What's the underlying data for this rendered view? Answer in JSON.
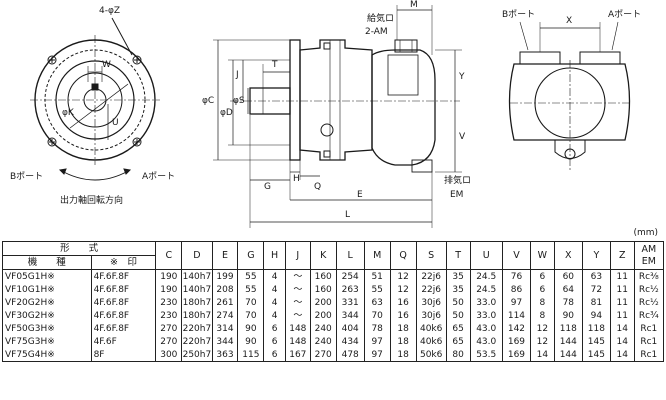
{
  "drawing": {
    "left_view": {
      "hole_label": "4-φZ",
      "w_label": "W",
      "u_label": "U",
      "k_label": "φK",
      "b_port": "Bポート",
      "a_port": "Aポート",
      "caption": "出力軸回転方向"
    },
    "center_view": {
      "m_label": "M",
      "supply_port": "給気ロ",
      "supply_size": "2-AM",
      "t_label": "T",
      "j_label": "J",
      "c_label": "φC",
      "d_label": "φD",
      "s_label": "φS",
      "y_label": "Y",
      "v_label": "V",
      "g_label": "G",
      "h_label": "H",
      "q_label": "Q",
      "e_label": "E",
      "l_label": "L",
      "exhaust_port": "排気ロ",
      "exhaust_size": "EM"
    },
    "right_view": {
      "b_port": "Bポート",
      "x_label": "X",
      "a_port": "Aポート"
    },
    "units": "(mm)"
  },
  "table": {
    "header_group": "形　　式",
    "header_model": "機　　種",
    "header_mark": "※　印",
    "columns": [
      "C",
      "D",
      "E",
      "G",
      "H",
      "J",
      "K",
      "L",
      "M",
      "Q",
      "S",
      "T",
      "U",
      "V",
      "W",
      "X",
      "Y",
      "Z"
    ],
    "am_top": "AM",
    "am_bottom": "EM",
    "rows": [
      {
        "model": "VF05G1H※",
        "mark": "4F.6F.8F",
        "values": [
          "190",
          "140h7",
          "199",
          "55",
          "4",
          "〜",
          "160",
          "254",
          "51",
          "12",
          "22j6",
          "35",
          "24.5",
          "76",
          "6",
          "60",
          "63",
          "11"
        ],
        "am": "Rc⅜"
      },
      {
        "model": "VF10G1H※",
        "mark": "4F.6F.8F",
        "values": [
          "190",
          "140h7",
          "208",
          "55",
          "4",
          "〜",
          "160",
          "263",
          "55",
          "12",
          "22j6",
          "35",
          "24.5",
          "86",
          "6",
          "64",
          "72",
          "11"
        ],
        "am": "Rc½"
      },
      {
        "model": "VF20G2H※",
        "mark": "4F.6F.8F",
        "values": [
          "230",
          "180h7",
          "261",
          "70",
          "4",
          "〜",
          "200",
          "331",
          "63",
          "16",
          "30j6",
          "50",
          "33.0",
          "97",
          "8",
          "78",
          "81",
          "11"
        ],
        "am": "Rc½"
      },
      {
        "model": "VF30G2H※",
        "mark": "4F.6F.8F",
        "values": [
          "230",
          "180h7",
          "274",
          "70",
          "4",
          "〜",
          "200",
          "344",
          "70",
          "16",
          "30j6",
          "50",
          "33.0",
          "114",
          "8",
          "90",
          "94",
          "11"
        ],
        "am": "Rc¾"
      },
      {
        "model": "VF50G3H※",
        "mark": "4F.6F.8F",
        "values": [
          "270",
          "220h7",
          "314",
          "90",
          "6",
          "148",
          "240",
          "404",
          "78",
          "18",
          "40k6",
          "65",
          "43.0",
          "142",
          "12",
          "118",
          "118",
          "14"
        ],
        "am": "Rc1"
      },
      {
        "model": "VF75G3H※",
        "mark": "4F.6F",
        "values": [
          "270",
          "220h7",
          "344",
          "90",
          "6",
          "148",
          "240",
          "434",
          "97",
          "18",
          "40k6",
          "65",
          "43.0",
          "169",
          "12",
          "144",
          "145",
          "14"
        ],
        "am": "Rc1"
      },
      {
        "model": "VF75G4H※",
        "mark": "8F",
        "values": [
          "300",
          "250h7",
          "363",
          "115",
          "6",
          "167",
          "270",
          "478",
          "97",
          "18",
          "50k6",
          "80",
          "53.5",
          "169",
          "14",
          "144",
          "145",
          "14"
        ],
        "am": "Rc1"
      }
    ]
  }
}
